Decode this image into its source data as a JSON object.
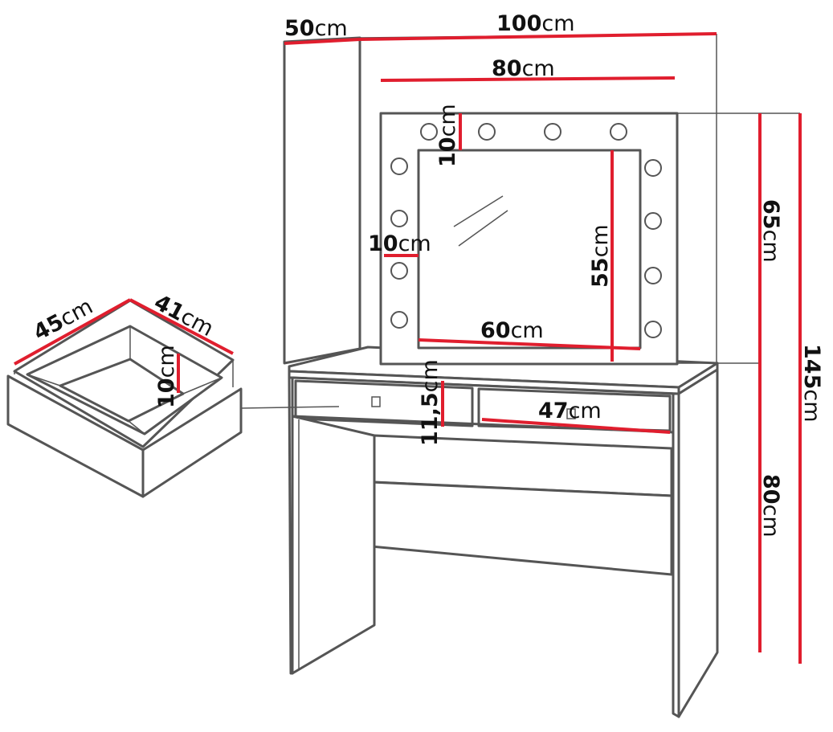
{
  "colors": {
    "dimension_line": "#e01e2e",
    "outline": "#555555",
    "text": "#111111",
    "background": "#ffffff"
  },
  "dimensions": {
    "depth_total": {
      "value": "50",
      "unit": "cm"
    },
    "width_total": {
      "value": "100",
      "unit": "cm"
    },
    "mirror_width": {
      "value": "80",
      "unit": "cm"
    },
    "mirror_frame_top": {
      "value": "10",
      "unit": "cm"
    },
    "mirror_frame_side": {
      "value": "10",
      "unit": "cm"
    },
    "mirror_glass_height": {
      "value": "55",
      "unit": "cm"
    },
    "mirror_glass_width": {
      "value": "60",
      "unit": "cm"
    },
    "mirror_height": {
      "value": "65",
      "unit": "cm"
    },
    "total_height": {
      "value": "145",
      "unit": "cm"
    },
    "table_height": {
      "value": "80",
      "unit": "cm"
    },
    "drawer_front_height": {
      "value": "11,5",
      "unit": "cm"
    },
    "drawer_front_width": {
      "value": "47",
      "unit": "cm"
    },
    "drawer_box_length": {
      "value": "45",
      "unit": "cm"
    },
    "drawer_box_width": {
      "value": "41",
      "unit": "cm"
    },
    "drawer_box_height": {
      "value": "10",
      "unit": "cm"
    }
  }
}
